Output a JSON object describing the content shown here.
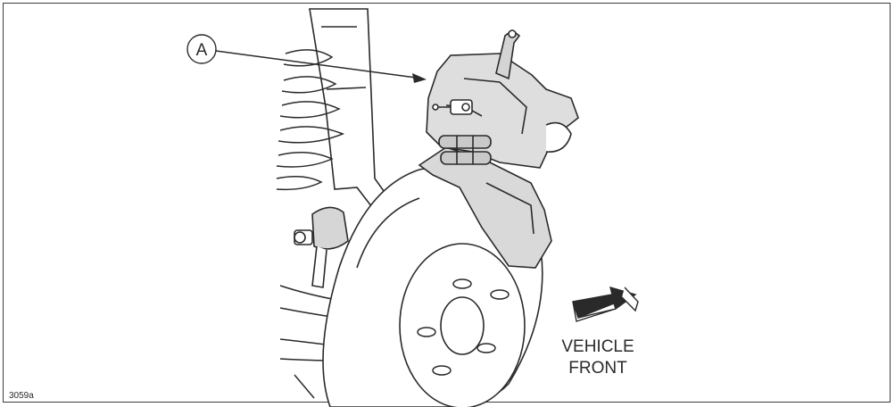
{
  "callout": {
    "label": "A"
  },
  "direction": {
    "line1": "VEHICLE",
    "line2": "FRONT"
  },
  "figure_id": "3059a",
  "colors": {
    "ink": "#2a2a2a",
    "fill_light": "#dedede",
    "fill_mid": "#c9c9c9",
    "background": "#ffffff"
  }
}
